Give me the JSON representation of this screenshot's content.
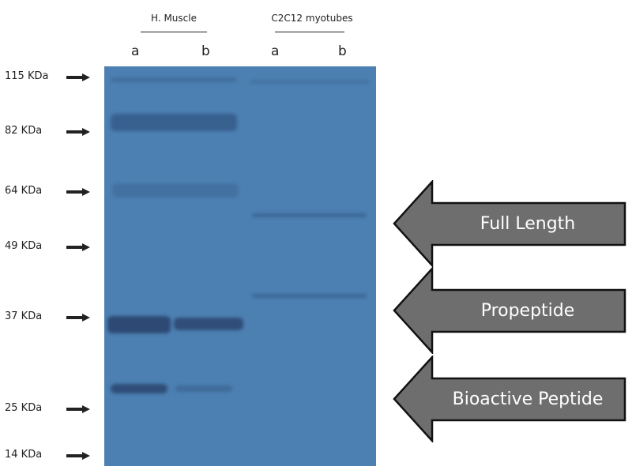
{
  "groups": [
    {
      "label": "H. Muscle"
    },
    {
      "label": "C2C12 myotubes"
    }
  ],
  "lanes": [
    "a",
    "b",
    "a",
    "b"
  ],
  "markers": [
    "115 KDa",
    "82 KDa",
    "64 KDa",
    "49 KDa",
    "37 KDa",
    "25 KDa",
    "14 KDa"
  ],
  "annotations": [
    "Full Length",
    "Propeptide",
    "Bioactive Peptide"
  ],
  "colors": {
    "membrane": "#4c80b2",
    "arrow_fill": "#6e6e6e",
    "band": "#2f4e7a"
  }
}
